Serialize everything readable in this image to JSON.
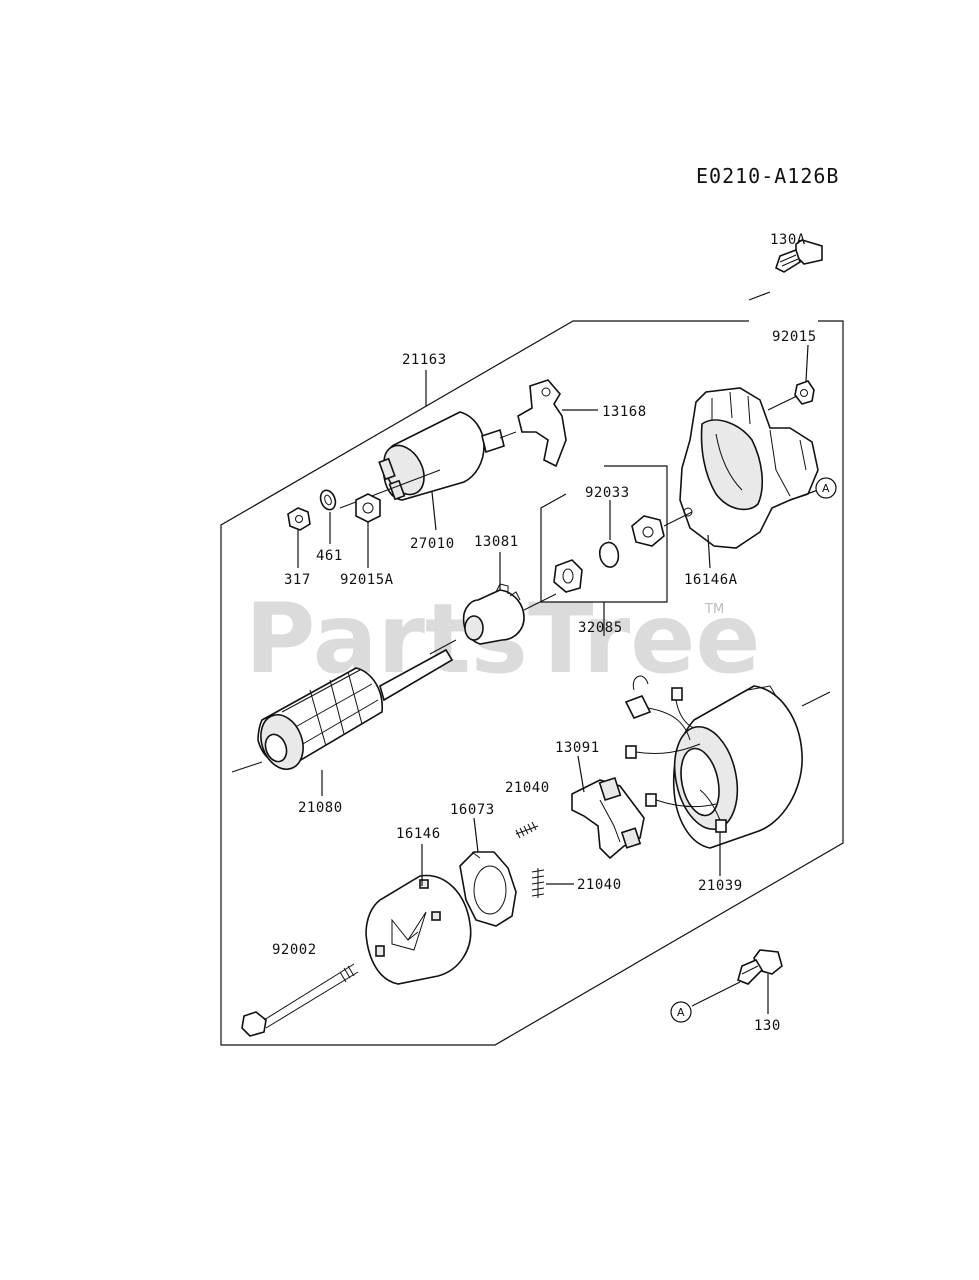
{
  "diagram_code": "E0210-A126B",
  "watermark": {
    "text": "PartsTree",
    "trademark": "TM"
  },
  "parts": {
    "p130A": "130A",
    "p92015": "92015",
    "p21163": "21163",
    "p13168": "13168",
    "p92033": "92033",
    "p27010": "27010",
    "p461": "461",
    "p317": "317",
    "p92015A": "92015A",
    "p13081": "13081",
    "p16146A": "16146A",
    "p32085": "32085",
    "p21080": "21080",
    "p13091": "13091",
    "p21040a": "21040",
    "p21040b": "21040",
    "p16073": "16073",
    "p16146": "16146",
    "p21039": "21039",
    "p92002": "92002",
    "p130": "130"
  },
  "ref_marker": "A"
}
